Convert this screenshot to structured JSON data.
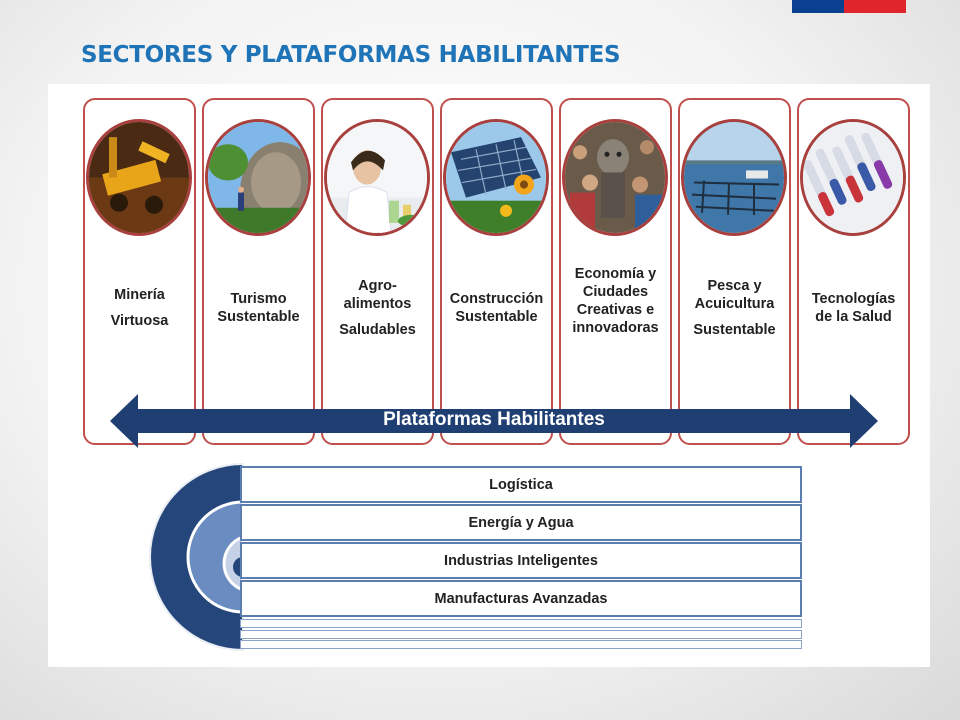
{
  "title": "SECTORES Y PLATAFORMAS HABILITANTES",
  "flag_colors": {
    "blue": "#0b3f8f",
    "red": "#e0252c"
  },
  "sectors": [
    {
      "label": "Minería",
      "label2": "Virtuosa",
      "photo_icon": "mining-machinery-photo"
    },
    {
      "label": "Turismo Sustentable",
      "label2": "",
      "photo_icon": "tourism-rock-photo"
    },
    {
      "label": "Agro-alimentos",
      "label2": "Saludables",
      "photo_icon": "lab-scientist-photo"
    },
    {
      "label": "Construcción Sustentable",
      "label2": "",
      "photo_icon": "solar-panels-photo"
    },
    {
      "label": "Economía y Ciudades Creativas e innovadoras",
      "label2": "",
      "photo_icon": "festival-crowd-photo"
    },
    {
      "label": "Pesca y Acuicultura",
      "label2": "Sustentable",
      "photo_icon": "fish-farm-photo"
    },
    {
      "label": "Tecnologías de la Salud",
      "label2": "",
      "photo_icon": "test-tubes-photo"
    }
  ],
  "arrow_label": "Plataformas Habilitantes",
  "platforms": [
    "Logística",
    "Energía y Agua",
    "Industrias Inteligentes",
    "Manufacturas Avanzadas"
  ],
  "colors": {
    "sector_border": "#c0504d",
    "arrow": "#1f3f73",
    "title": "#1f73b7"
  }
}
